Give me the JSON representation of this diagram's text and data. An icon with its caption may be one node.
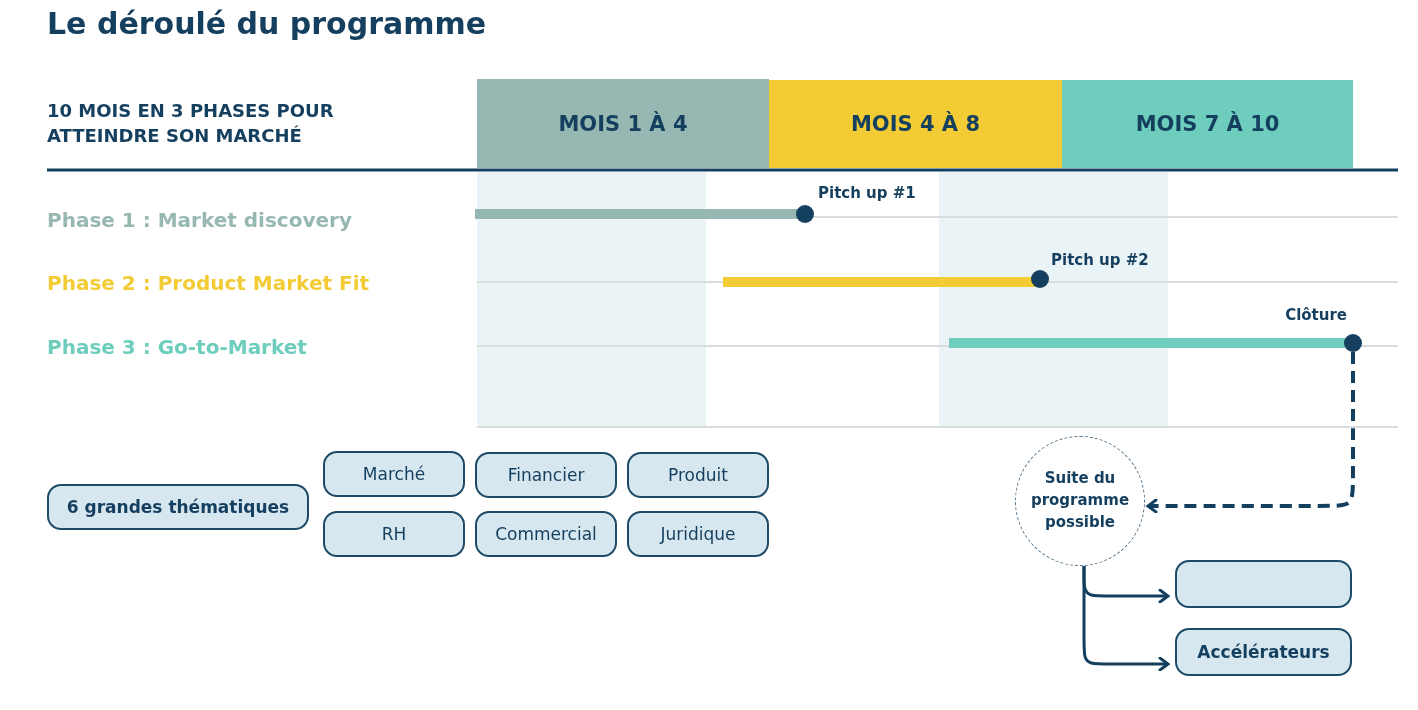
{
  "diagram": {
    "title": "Le déroulé du programme",
    "nodes": [
      {
        "text": [
          "MOIS 1 À 4"
        ]
      },
      {
        "text": [
          "MOIS 4 À 8"
        ]
      },
      {
        "text": [
          "MOIS 7 À 10"
        ]
      },
      {
        "text": [],
        "shape": "circle",
        "beside": [
          "Pitch up #1"
        ]
      },
      {
        "text": [],
        "shape": "circle",
        "beside": [
          "Pitch up #2"
        ]
      },
      {
        "text": [],
        "shape": "circle",
        "beside": [
          "Clôture"
        ]
      },
      {
        "text": [
          "6 grandes thématiques"
        ]
      },
      {
        "text": [
          "Marché"
        ]
      },
      {
        "text": [
          "Financier"
        ]
      },
      {
        "text": [
          "Produit"
        ]
      },
      {
        "text": [
          "RH"
        ]
      },
      {
        "text": [
          "Commercial"
        ]
      },
      {
        "text": [
          "Juridique"
        ]
      },
      {
        "text": [
          "Suite du programme possible"
        ]
      },
      {
        "text": [],
        "shape": "box"
      },
      {
        "text": [
          "Accélérateurs"
        ]
      }
    ],
    "edges": [
      {
        "from": 5,
        "to": 13,
        "arrow": "to",
        "style": "dashed"
      },
      {
        "from": 13,
        "to": 14,
        "arrow": "to"
      },
      {
        "from": 13,
        "to": 15,
        "arrow": "to"
      }
    ],
    "labels": [
      "10 MOIS EN 3 PHASES POUR ATTEINDRE SON MARCHÉ",
      "Phase 1 : Market discovery",
      "Phase 2 : Product Market Fit",
      "Phase 3 : Go-to-Market"
    ]
  }
}
